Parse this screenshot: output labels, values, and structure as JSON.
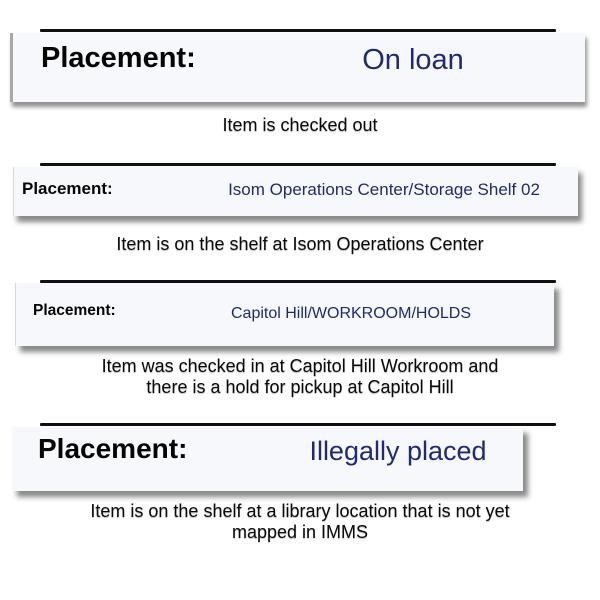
{
  "sections": [
    {
      "label": "Placement:",
      "value": "On loan",
      "caption_lines": [
        "Item is checked out"
      ]
    },
    {
      "label": "Placement:",
      "value": "Isom Operations Center/Storage Shelf 02",
      "caption_lines": [
        "Item is on the shelf at Isom Operations Center"
      ]
    },
    {
      "label": "Placement:",
      "value": "Capitol Hill/WORKROOM/HOLDS",
      "caption_lines": [
        "Item was checked in at Capitol Hill Workroom and",
        "there is a hold for pickup at Capitol Hill"
      ]
    },
    {
      "label": "Placement:",
      "value": "Illegally placed",
      "caption_lines": [
        "Item is on the shelf at a library location that is not yet",
        "mapped in IMMS"
      ]
    }
  ],
  "colors": {
    "page_background": "#ffffff",
    "panel_background": "#f7f8fb",
    "separator": "#101010",
    "label_text": "#050505",
    "value_text": "#202a72",
    "caption_text": "#0a0a0a",
    "panel_left_border": "#a8a8a8"
  }
}
